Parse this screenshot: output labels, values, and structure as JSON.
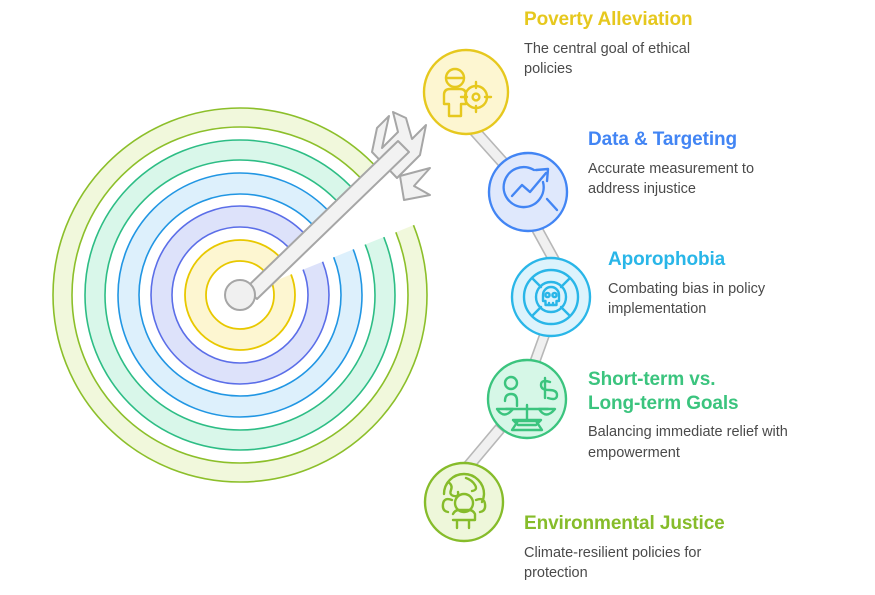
{
  "graphic": {
    "type": "radial-target-with-arrow",
    "center_label": "bullseye",
    "arrow": {
      "name": "arrow",
      "shaft_color": "#f2f2f2",
      "stroke_color": "#a6a6a6",
      "direction": "from upper-right to center"
    },
    "rings": [
      {
        "index": 1,
        "name": "ring-yellow",
        "stroke": "#e8c800",
        "fill": "#fdf6d1"
      },
      {
        "index": 2,
        "name": "ring-indigo",
        "stroke": "#5b6ee8",
        "fill": "#dde2fa"
      },
      {
        "index": 3,
        "name": "ring-blue",
        "stroke": "#2196e3",
        "fill": "#ddf0fc"
      },
      {
        "index": 4,
        "name": "ring-teal-green",
        "stroke": "#2dbd85",
        "fill": "#d9f7ea"
      },
      {
        "index": 5,
        "name": "ring-olive-green",
        "stroke": "#8cbf2a",
        "fill": "#f0f8dc"
      }
    ]
  },
  "steps": [
    {
      "id": "poverty-alleviation",
      "title": "Poverty Alleviation",
      "description": "The central goal of ethical policies",
      "color": "#e6c81e",
      "circle_fill": "#fdf6d1",
      "icon": "person-target-icon"
    },
    {
      "id": "data-targeting",
      "title": "Data & Targeting",
      "description": "Accurate measurement to address injustice",
      "color": "#4285f4",
      "circle_fill": "#dfe8fc",
      "icon": "magnifier-trend-icon"
    },
    {
      "id": "aporophobia",
      "title": "Aporophobia",
      "description": "Combating bias in policy implementation",
      "color": "#29b6e8",
      "circle_fill": "#dcf3fc",
      "icon": "skull-lifering-icon"
    },
    {
      "id": "short-term-vs-long-term-goals",
      "title": "Short-term vs. Long-term Goals",
      "description": "Balancing immediate relief with empowerment",
      "color": "#3bc47e",
      "circle_fill": "#d6f7e7",
      "icon": "balance-scale-icon"
    },
    {
      "id": "environmental-justice",
      "title": "Environmental Justice",
      "description": "Climate-resilient policies for protection",
      "color": "#86bc2a",
      "circle_fill": "#eef7da",
      "icon": "globe-person-icon"
    }
  ],
  "connectors": {
    "name": "connector-line",
    "color": "#b7b7b7",
    "fill": "#f0f0f0"
  }
}
